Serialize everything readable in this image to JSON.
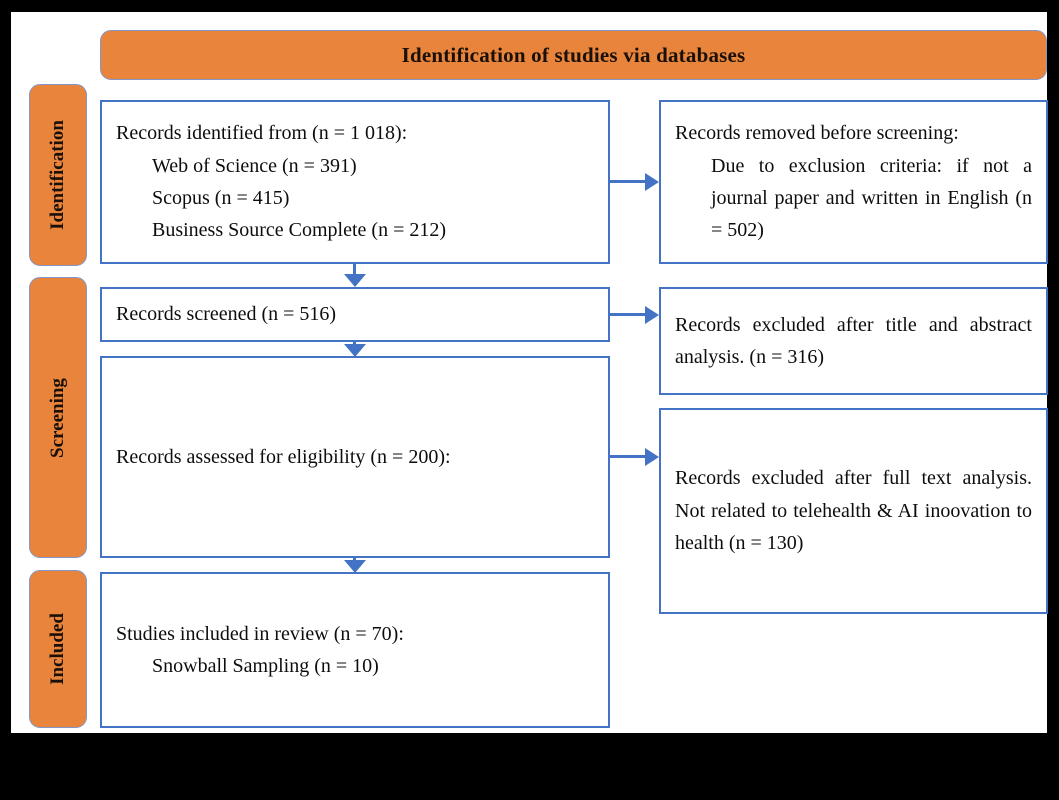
{
  "header": {
    "title": "Identification of studies via databases"
  },
  "stages": [
    {
      "id": "identification",
      "label": "Identification"
    },
    {
      "id": "screening",
      "label": "Screening"
    },
    {
      "id": "included",
      "label": "Included"
    }
  ],
  "boxes": {
    "identified": {
      "heading": "Records identified from (n = 1 018):",
      "items": [
        "Web of Science (n = 391)",
        "Scopus (n = 415)",
        "Business Source Complete (n = 212)"
      ]
    },
    "removed": {
      "heading": "Records removed before screening:",
      "body": "Due to exclusion criteria: if not a journal paper and written in English (n = 502)"
    },
    "screened": {
      "heading": "Records screened (n = 516)"
    },
    "excluded_title_abstract": {
      "body": "Records excluded after title and abstract analysis. (n = 316)"
    },
    "eligibility": {
      "heading": "Records assessed for eligibility (n = 200):"
    },
    "excluded_full_text": {
      "body": "Records excluded after full text analysis. Not related to telehealth & AI inoovation to health (n = 130)"
    },
    "included": {
      "heading": "Studies included in review (n = 70):",
      "items": [
        "Snowball Sampling (n = 10)"
      ]
    }
  },
  "colors": {
    "stage_orange": "#E8843C",
    "box_border_blue": "#4472C4",
    "connector_blue": "#4472C4",
    "frame_black": "#000000",
    "canvas_white": "#ffffff"
  }
}
